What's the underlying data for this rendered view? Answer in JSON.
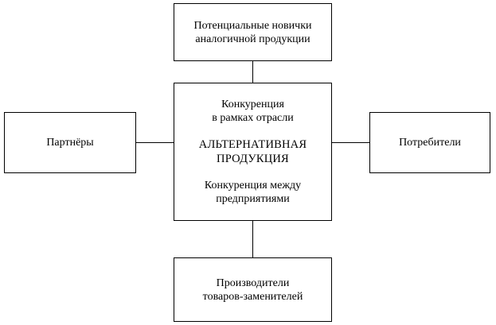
{
  "diagram": {
    "top": {
      "lines": [
        "Потенциальные новички",
        "аналогичной продукции"
      ]
    },
    "center": {
      "industry_competition": [
        "Конкуренция",
        "в рамках отрасли"
      ],
      "title": [
        "АЛЬТЕРНАТИВНАЯ",
        "ПРОДУКЦИЯ"
      ],
      "enterprise_competition": [
        "Конкуренция между",
        "предприятиями"
      ]
    },
    "left": {
      "lines": [
        "Партнёры"
      ]
    },
    "right": {
      "lines": [
        "Потребители"
      ]
    },
    "bottom": {
      "lines": [
        "Производители",
        "товаров-заменителей"
      ]
    },
    "colors": {
      "stroke": "#000000",
      "background": "#ffffff"
    }
  }
}
